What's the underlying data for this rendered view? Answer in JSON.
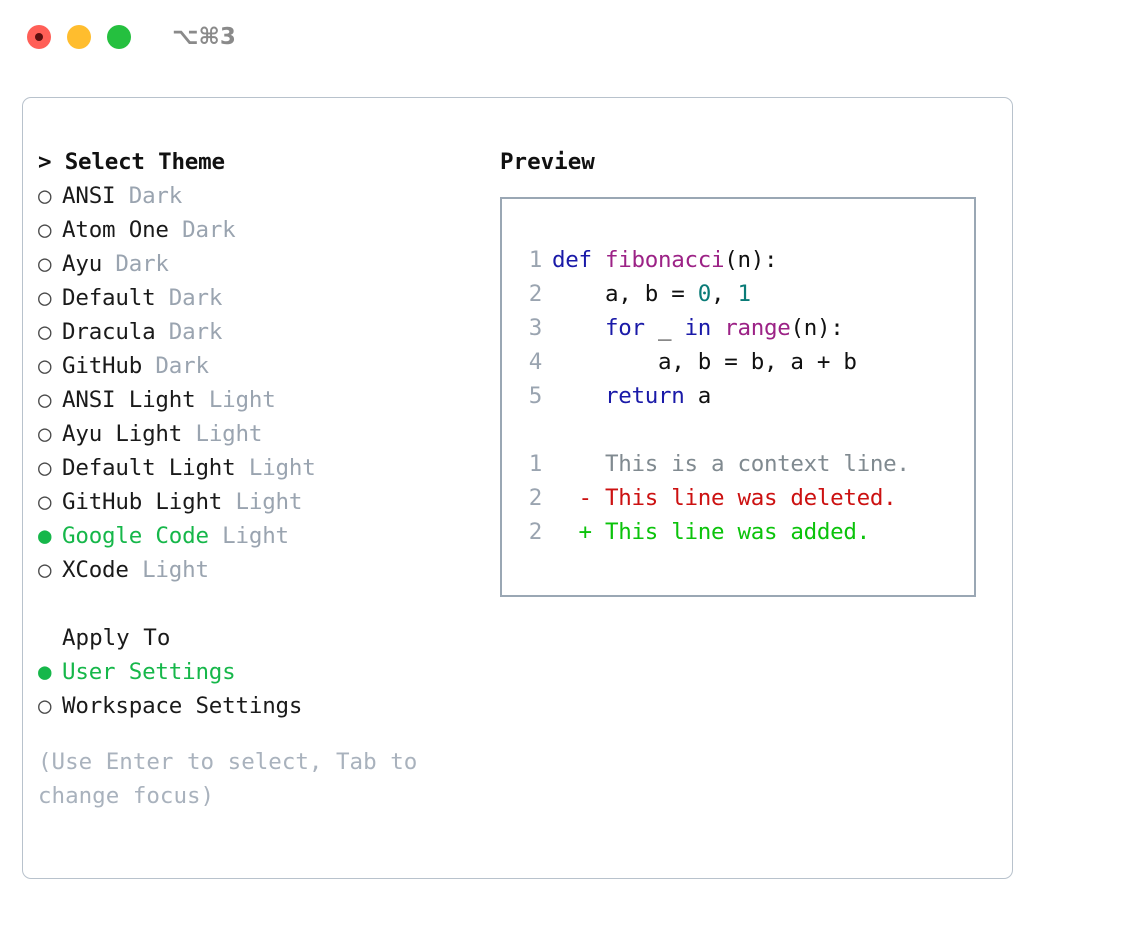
{
  "titlebar": {
    "shortcut": "⌥⌘3",
    "lights": [
      "close",
      "minimize",
      "zoom"
    ]
  },
  "theme_picker": {
    "header": "> Select Theme",
    "items": [
      {
        "marker": "○",
        "label": "ANSI",
        "variant": "Dark",
        "selected": false
      },
      {
        "marker": "○",
        "label": "Atom One",
        "variant": "Dark",
        "selected": false
      },
      {
        "marker": "○",
        "label": "Ayu",
        "variant": "Dark",
        "selected": false
      },
      {
        "marker": "○",
        "label": "Default",
        "variant": "Dark",
        "selected": false
      },
      {
        "marker": "○",
        "label": "Dracula",
        "variant": "Dark",
        "selected": false
      },
      {
        "marker": "○",
        "label": "GitHub",
        "variant": "Dark",
        "selected": false
      },
      {
        "marker": "○",
        "label": "ANSI Light",
        "variant": "Light",
        "selected": false
      },
      {
        "marker": "○",
        "label": "Ayu Light",
        "variant": "Light",
        "selected": false
      },
      {
        "marker": "○",
        "label": "Default Light",
        "variant": "Light",
        "selected": false
      },
      {
        "marker": "○",
        "label": "GitHub Light",
        "variant": "Light",
        "selected": false
      },
      {
        "marker": "●",
        "label": "Google Code",
        "variant": "Light",
        "selected": true
      },
      {
        "marker": "○",
        "label": "XCode",
        "variant": "Light",
        "selected": false
      }
    ]
  },
  "apply_to": {
    "header": "Apply To",
    "items": [
      {
        "marker": "●",
        "label": "User Settings",
        "selected": true
      },
      {
        "marker": "○",
        "label": "Workspace Settings",
        "selected": false
      }
    ]
  },
  "hint": "(Use Enter to select, Tab to change focus)",
  "preview": {
    "title": "Preview",
    "code_lines": [
      {
        "num": "1",
        "tokens": [
          {
            "t": "def ",
            "c": "kw"
          },
          {
            "t": "fibonacci",
            "c": "fn"
          },
          {
            "t": "(n):",
            "c": "plain"
          }
        ]
      },
      {
        "num": "2",
        "tokens": [
          {
            "t": "    a, b = ",
            "c": "plain"
          },
          {
            "t": "0",
            "c": "num"
          },
          {
            "t": ", ",
            "c": "plain"
          },
          {
            "t": "1",
            "c": "num"
          }
        ]
      },
      {
        "num": "3",
        "tokens": [
          {
            "t": "    ",
            "c": "plain"
          },
          {
            "t": "for",
            "c": "kw"
          },
          {
            "t": " _ ",
            "c": "plain"
          },
          {
            "t": "in",
            "c": "kw"
          },
          {
            "t": " ",
            "c": "plain"
          },
          {
            "t": "range",
            "c": "fn"
          },
          {
            "t": "(n):",
            "c": "plain"
          }
        ]
      },
      {
        "num": "4",
        "tokens": [
          {
            "t": "        a, b = b, a + b",
            "c": "plain"
          }
        ]
      },
      {
        "num": "5",
        "tokens": [
          {
            "t": "    ",
            "c": "plain"
          },
          {
            "t": "return",
            "c": "kw"
          },
          {
            "t": " a",
            "c": "plain"
          }
        ]
      }
    ],
    "diff_lines": [
      {
        "num": "1",
        "prefix": "  ",
        "text": "This is a context line.",
        "kind": "ctx"
      },
      {
        "num": "2",
        "prefix": "- ",
        "text": "This line was deleted.",
        "kind": "del"
      },
      {
        "num": "2",
        "prefix": "+ ",
        "text": "This line was added.",
        "kind": "add"
      }
    ]
  },
  "colors": {
    "accent_green": "#16b74a",
    "muted_gray": "#9aa4b0",
    "hint_gray": "#a9b2bd",
    "keyword_blue": "#1a1aa8",
    "function_purple": "#9c2286",
    "number_teal": "#0a7b77",
    "diff_deleted_red": "#cc1111",
    "diff_added_green": "#0bc30b",
    "panel_border": "#b8c2cc",
    "preview_border": "#9aa7b4",
    "light_red": "#ff5f57",
    "light_yellow": "#ffbd2e",
    "light_green": "#25c03f"
  }
}
